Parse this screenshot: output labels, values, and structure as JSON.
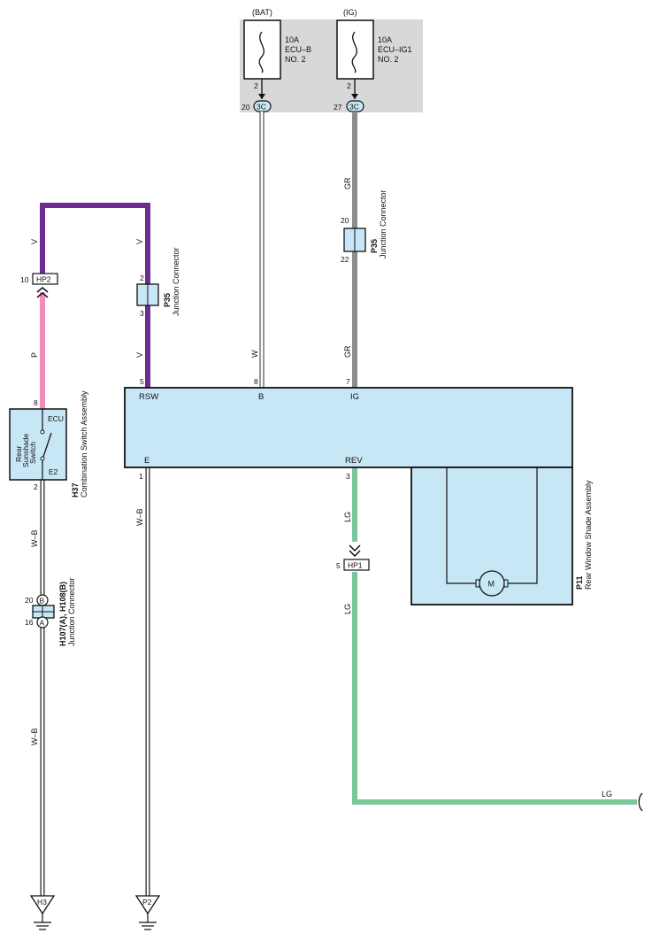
{
  "fuse_box": {
    "fuse1": {
      "source": "(BAT)",
      "rating": "10A",
      "name1": "ECU–B",
      "name2": "NO. 2",
      "pin_top": "2",
      "pin_conn": "20",
      "conn": "3C"
    },
    "fuse2": {
      "source": "(IG)",
      "rating": "10A",
      "name1": "ECU–IG1",
      "name2": "NO. 2",
      "pin_top": "2",
      "pin_conn": "27",
      "conn": "3C"
    }
  },
  "wires": {
    "v1": "V",
    "v2": "V",
    "v3": "V",
    "p": "P",
    "wb1": "W–B",
    "wb2": "W–B",
    "wb3": "W–B",
    "w": "W",
    "gr1": "GR",
    "gr2": "GR",
    "lg1": "LG",
    "lg2": "LG",
    "lg3": "LG"
  },
  "connectors": {
    "hp2": {
      "label": "HP2",
      "pin": "10"
    },
    "hp1": {
      "label": "HP1",
      "pin": "5"
    },
    "p35_left": {
      "id": "P35",
      "name": "Junction Connector",
      "pin_top": "2",
      "pin_bottom": "3"
    },
    "p35_right": {
      "id": "P35",
      "name": "Junction Connector",
      "pin_top": "20",
      "pin_bottom": "22"
    },
    "h107": {
      "id": "H107(A), H108(B)",
      "name": "Junction Connector",
      "pin_top": "20",
      "pin_bottom": "16",
      "top_letter": "B",
      "bottom_letter": "A"
    }
  },
  "switch": {
    "id": "H37",
    "name": "Combination Switch Assembly",
    "line1": "Rear",
    "line2": "Sunshade",
    "line3": "Switch",
    "ecu": "ECU",
    "e2": "E2",
    "pin_top": "8",
    "pin_bottom": "2"
  },
  "ecu_block": {
    "rsw": "RSW",
    "b": "B",
    "ig": "IG",
    "e": "E",
    "rev": "REV",
    "pin_rsw": "5",
    "pin_b": "8",
    "pin_ig": "7",
    "pin_e": "1",
    "pin_rev": "3"
  },
  "assembly": {
    "id": "P11",
    "name": "Rear Window Shade Assembly",
    "motor": "M"
  },
  "grounds": {
    "g1": "H3",
    "g2": "P2"
  },
  "colors": {
    "violet": "#6e2c91",
    "pink": "#f28cbd",
    "grey": "#8c8c8c",
    "green": "#7cc79a",
    "box_fill": "#c8e7f6",
    "fuse_bg": "#d8d8d8"
  }
}
